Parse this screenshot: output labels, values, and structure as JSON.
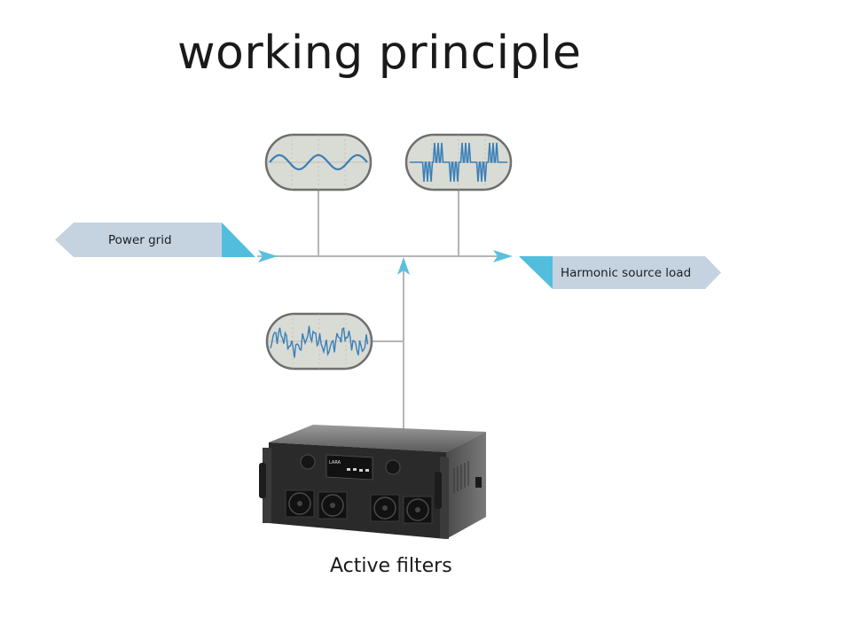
{
  "title": "working principle",
  "labels": {
    "power_grid": "Power grid",
    "harmonic_load": "Harmonic source load",
    "active_filters": "Active filters"
  },
  "device": {
    "logo_text": "LARA"
  },
  "colors": {
    "line": "#b5b5b5",
    "arrow": "#5bc0dc",
    "tag_fill": "#c5d3e0",
    "tag_accent": "#52bddc",
    "scope_fill": "#d9dcd5",
    "scope_border": "#6e6e6e",
    "wave": "#3a7fb8"
  }
}
